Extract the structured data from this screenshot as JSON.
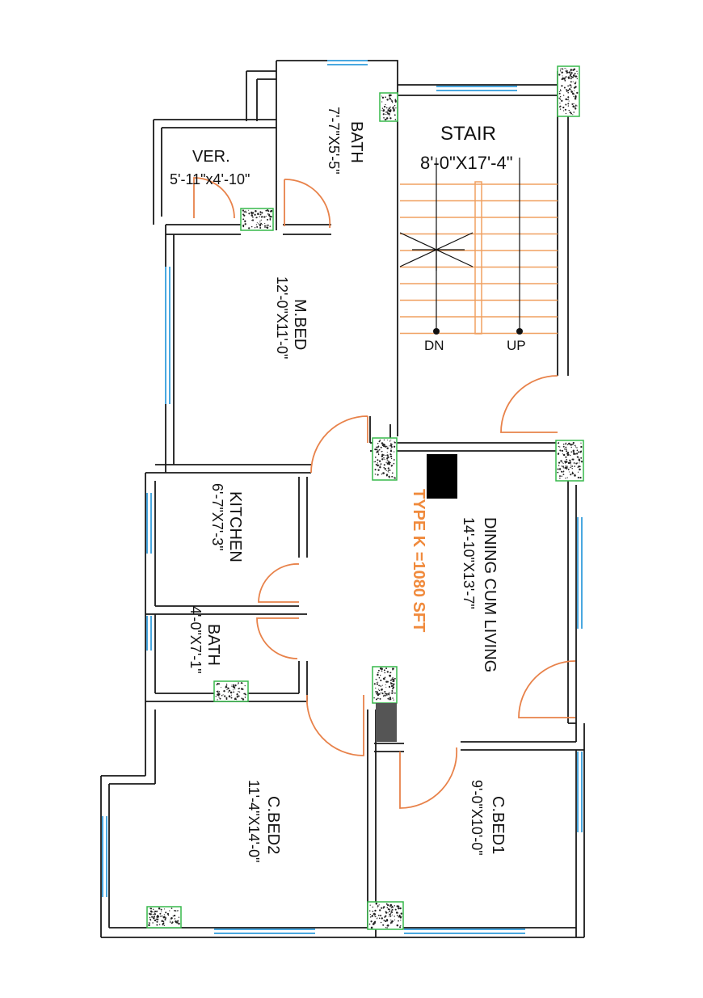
{
  "plan_type": "TYPE K =1080 SFT",
  "rooms": {
    "verandah": {
      "name": "VER.",
      "dim": "5'-11\"x4'-10\""
    },
    "bath_top": {
      "name": "BATH",
      "dim": "7'-7\"X5'-5\""
    },
    "stair": {
      "name": "STAIR",
      "dim": "8'-0\"X17'-4\"",
      "down": "DN",
      "up": "UP"
    },
    "master_bed": {
      "name": "M.BED",
      "dim": "12'-0\"X11'-0\""
    },
    "kitchen": {
      "name": "KITCHEN",
      "dim": "6'-7\"X7'-3\""
    },
    "bath_mid": {
      "name": "BATH",
      "dim": "4'-0\"X7'-1\""
    },
    "dining": {
      "name": "DINING CUM LIVING",
      "dim": "14'-10\"X13'-7\""
    },
    "child_bed2": {
      "name": "C.BED2",
      "dim": "11'-4\"X14'-0\""
    },
    "child_bed1": {
      "name": "C.BED1",
      "dim": "9'-0\"X10'-0\""
    }
  },
  "colors": {
    "wall": "#1a1a1a",
    "window": "#4aa8e0",
    "door": "#e8824a",
    "column": "#36b84a",
    "type_label": "#f08a3c"
  }
}
